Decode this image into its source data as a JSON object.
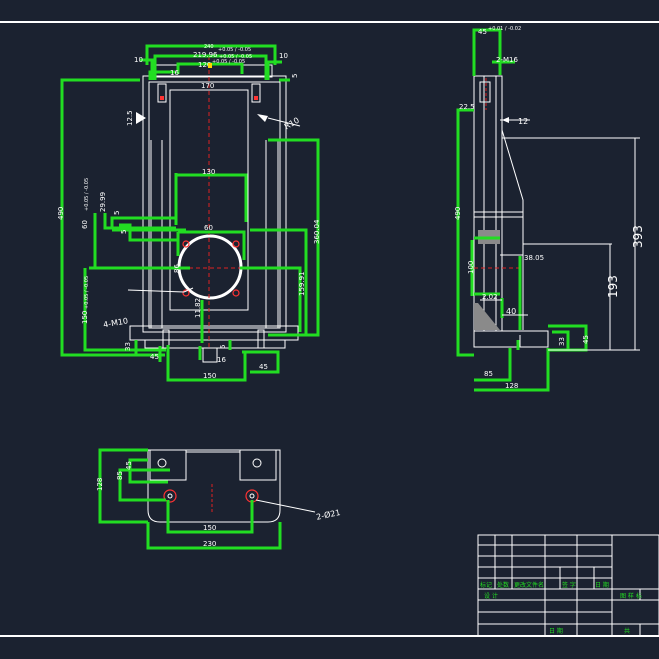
{
  "colors": {
    "background": "#1b2230",
    "outline": "#ffffff",
    "dimension": "#22dd22",
    "centerline": "#dd2222",
    "accent": "#ffd400"
  },
  "front_view": {
    "dim_240": "240",
    "dim_240_tol": "+0.05 / -0.05",
    "dim_219_96": "219.96",
    "dim_219_96_tol": "+0.05 / -0.05",
    "dim_120": "120",
    "dim_120_tol": "+0.05 / -0.05",
    "dim_10_left": "10",
    "dim_10_right": "10",
    "dim_5_top": "5",
    "dim_16_top": "16",
    "dim_170": "170",
    "dim_12_5": "12.5",
    "radius_r10": "R10",
    "dim_130": "130",
    "dim_490": "490",
    "dim_601_tol": "60",
    "dim_601_tol_note": "+0.05 / -0.05",
    "dim_29_99": "29.99",
    "dim_5_a": "5",
    "dim_5_b": "5",
    "dim_60": "60",
    "dim_360_04": "360.04",
    "dim_86": "86",
    "dim_150_tol": "150",
    "dim_150_tol_note": "+0.05 / -0.05",
    "dim_159_91": "159.91",
    "hole_callout": "4-M10",
    "dim_11_82": "11.82",
    "dim_33": "33",
    "dim_45_left": "45",
    "dim_16_bottom": "16",
    "dim_5_bottom": "5",
    "dim_45_right": "45",
    "dim_150": "150"
  },
  "side_view": {
    "dim_45_top": "45",
    "dim_45_tol": "+0.01 / -0.02",
    "thread_callout": "2-M16",
    "dim_22_5": "22.5",
    "dim_12": "12",
    "dim_393": "393",
    "dim_490": "490",
    "dim_38_05": "38.05",
    "dim_100": "100",
    "dim_193": "193",
    "dim_2_02": "2.02",
    "dim_40": "40",
    "dim_33": "33",
    "dim_45_right": "45",
    "dim_85": "85",
    "dim_128": "128"
  },
  "top_view": {
    "dim_128": "128",
    "dim_85": "85",
    "dim_45": "45",
    "hole_callout": "2-Ø21",
    "dim_150": "150",
    "dim_230": "230"
  },
  "title_block": {
    "row_header": [
      "标记",
      "处数",
      "更改文件名",
      "签 字",
      "日 期"
    ],
    "design": "设 计",
    "drawing_no": "图 样 标",
    "approve": "日 期",
    "total": "共"
  }
}
